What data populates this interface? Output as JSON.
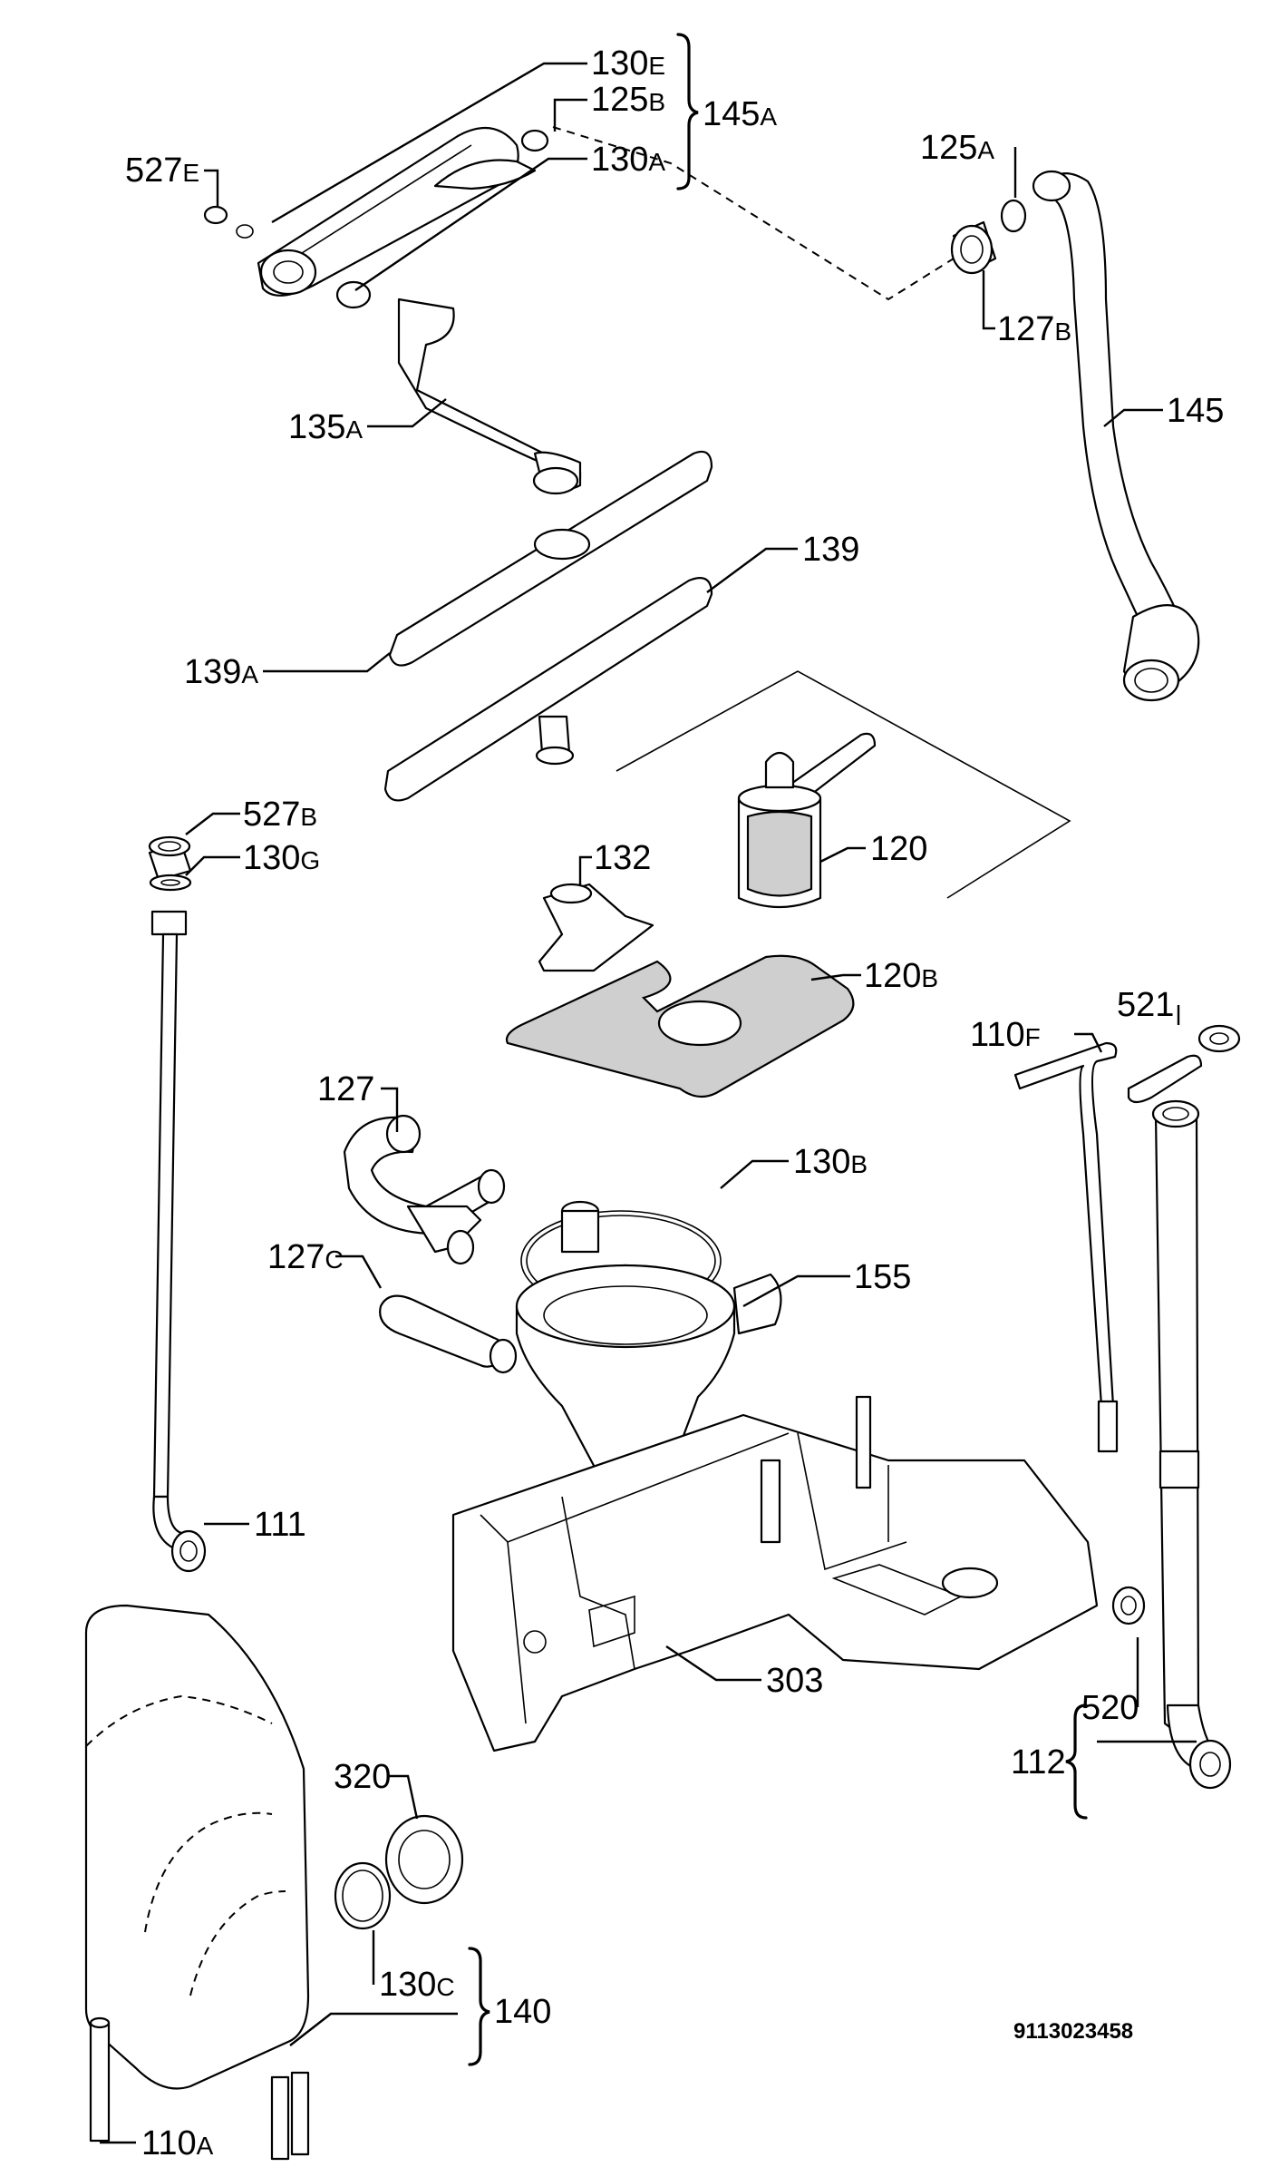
{
  "document_number": "9113023458",
  "parts": [
    {
      "id": "p130e",
      "num": "130",
      "suf": "E"
    },
    {
      "id": "p125b",
      "num": "125",
      "suf": "B"
    },
    {
      "id": "p130a",
      "num": "130",
      "suf": "A"
    },
    {
      "id": "p145a",
      "num": "145",
      "suf": "A"
    },
    {
      "id": "p527e",
      "num": "527",
      "suf": "E"
    },
    {
      "id": "p125a",
      "num": "125",
      "suf": "A"
    },
    {
      "id": "p127b",
      "num": "127",
      "suf": "B"
    },
    {
      "id": "p135a",
      "num": "135",
      "suf": "A"
    },
    {
      "id": "p145",
      "num": "145",
      "suf": ""
    },
    {
      "id": "p139",
      "num": "139",
      "suf": ""
    },
    {
      "id": "p139a",
      "num": "139",
      "suf": "A"
    },
    {
      "id": "p527b",
      "num": "527",
      "suf": "B"
    },
    {
      "id": "p130g",
      "num": "130",
      "suf": "G"
    },
    {
      "id": "p132",
      "num": "132",
      "suf": ""
    },
    {
      "id": "p120",
      "num": "120",
      "suf": ""
    },
    {
      "id": "p120b",
      "num": "120",
      "suf": "B"
    },
    {
      "id": "p521",
      "num": "521",
      "suf": ""
    },
    {
      "id": "p110f",
      "num": "110",
      "suf": "F"
    },
    {
      "id": "p127",
      "num": "127",
      "suf": ""
    },
    {
      "id": "p130b",
      "num": "130",
      "suf": "B"
    },
    {
      "id": "p127c",
      "num": "127",
      "suf": "C"
    },
    {
      "id": "p155",
      "num": "155",
      "suf": ""
    },
    {
      "id": "p111",
      "num": "111",
      "suf": ""
    },
    {
      "id": "p303",
      "num": "303",
      "suf": ""
    },
    {
      "id": "p112",
      "num": "112",
      "suf": ""
    },
    {
      "id": "p520",
      "num": "520",
      "suf": ""
    },
    {
      "id": "p320",
      "num": "320",
      "suf": ""
    },
    {
      "id": "p130c",
      "num": "130",
      "suf": "C"
    },
    {
      "id": "p140",
      "num": "140",
      "suf": ""
    },
    {
      "id": "p110a",
      "num": "110",
      "suf": "A"
    }
  ]
}
